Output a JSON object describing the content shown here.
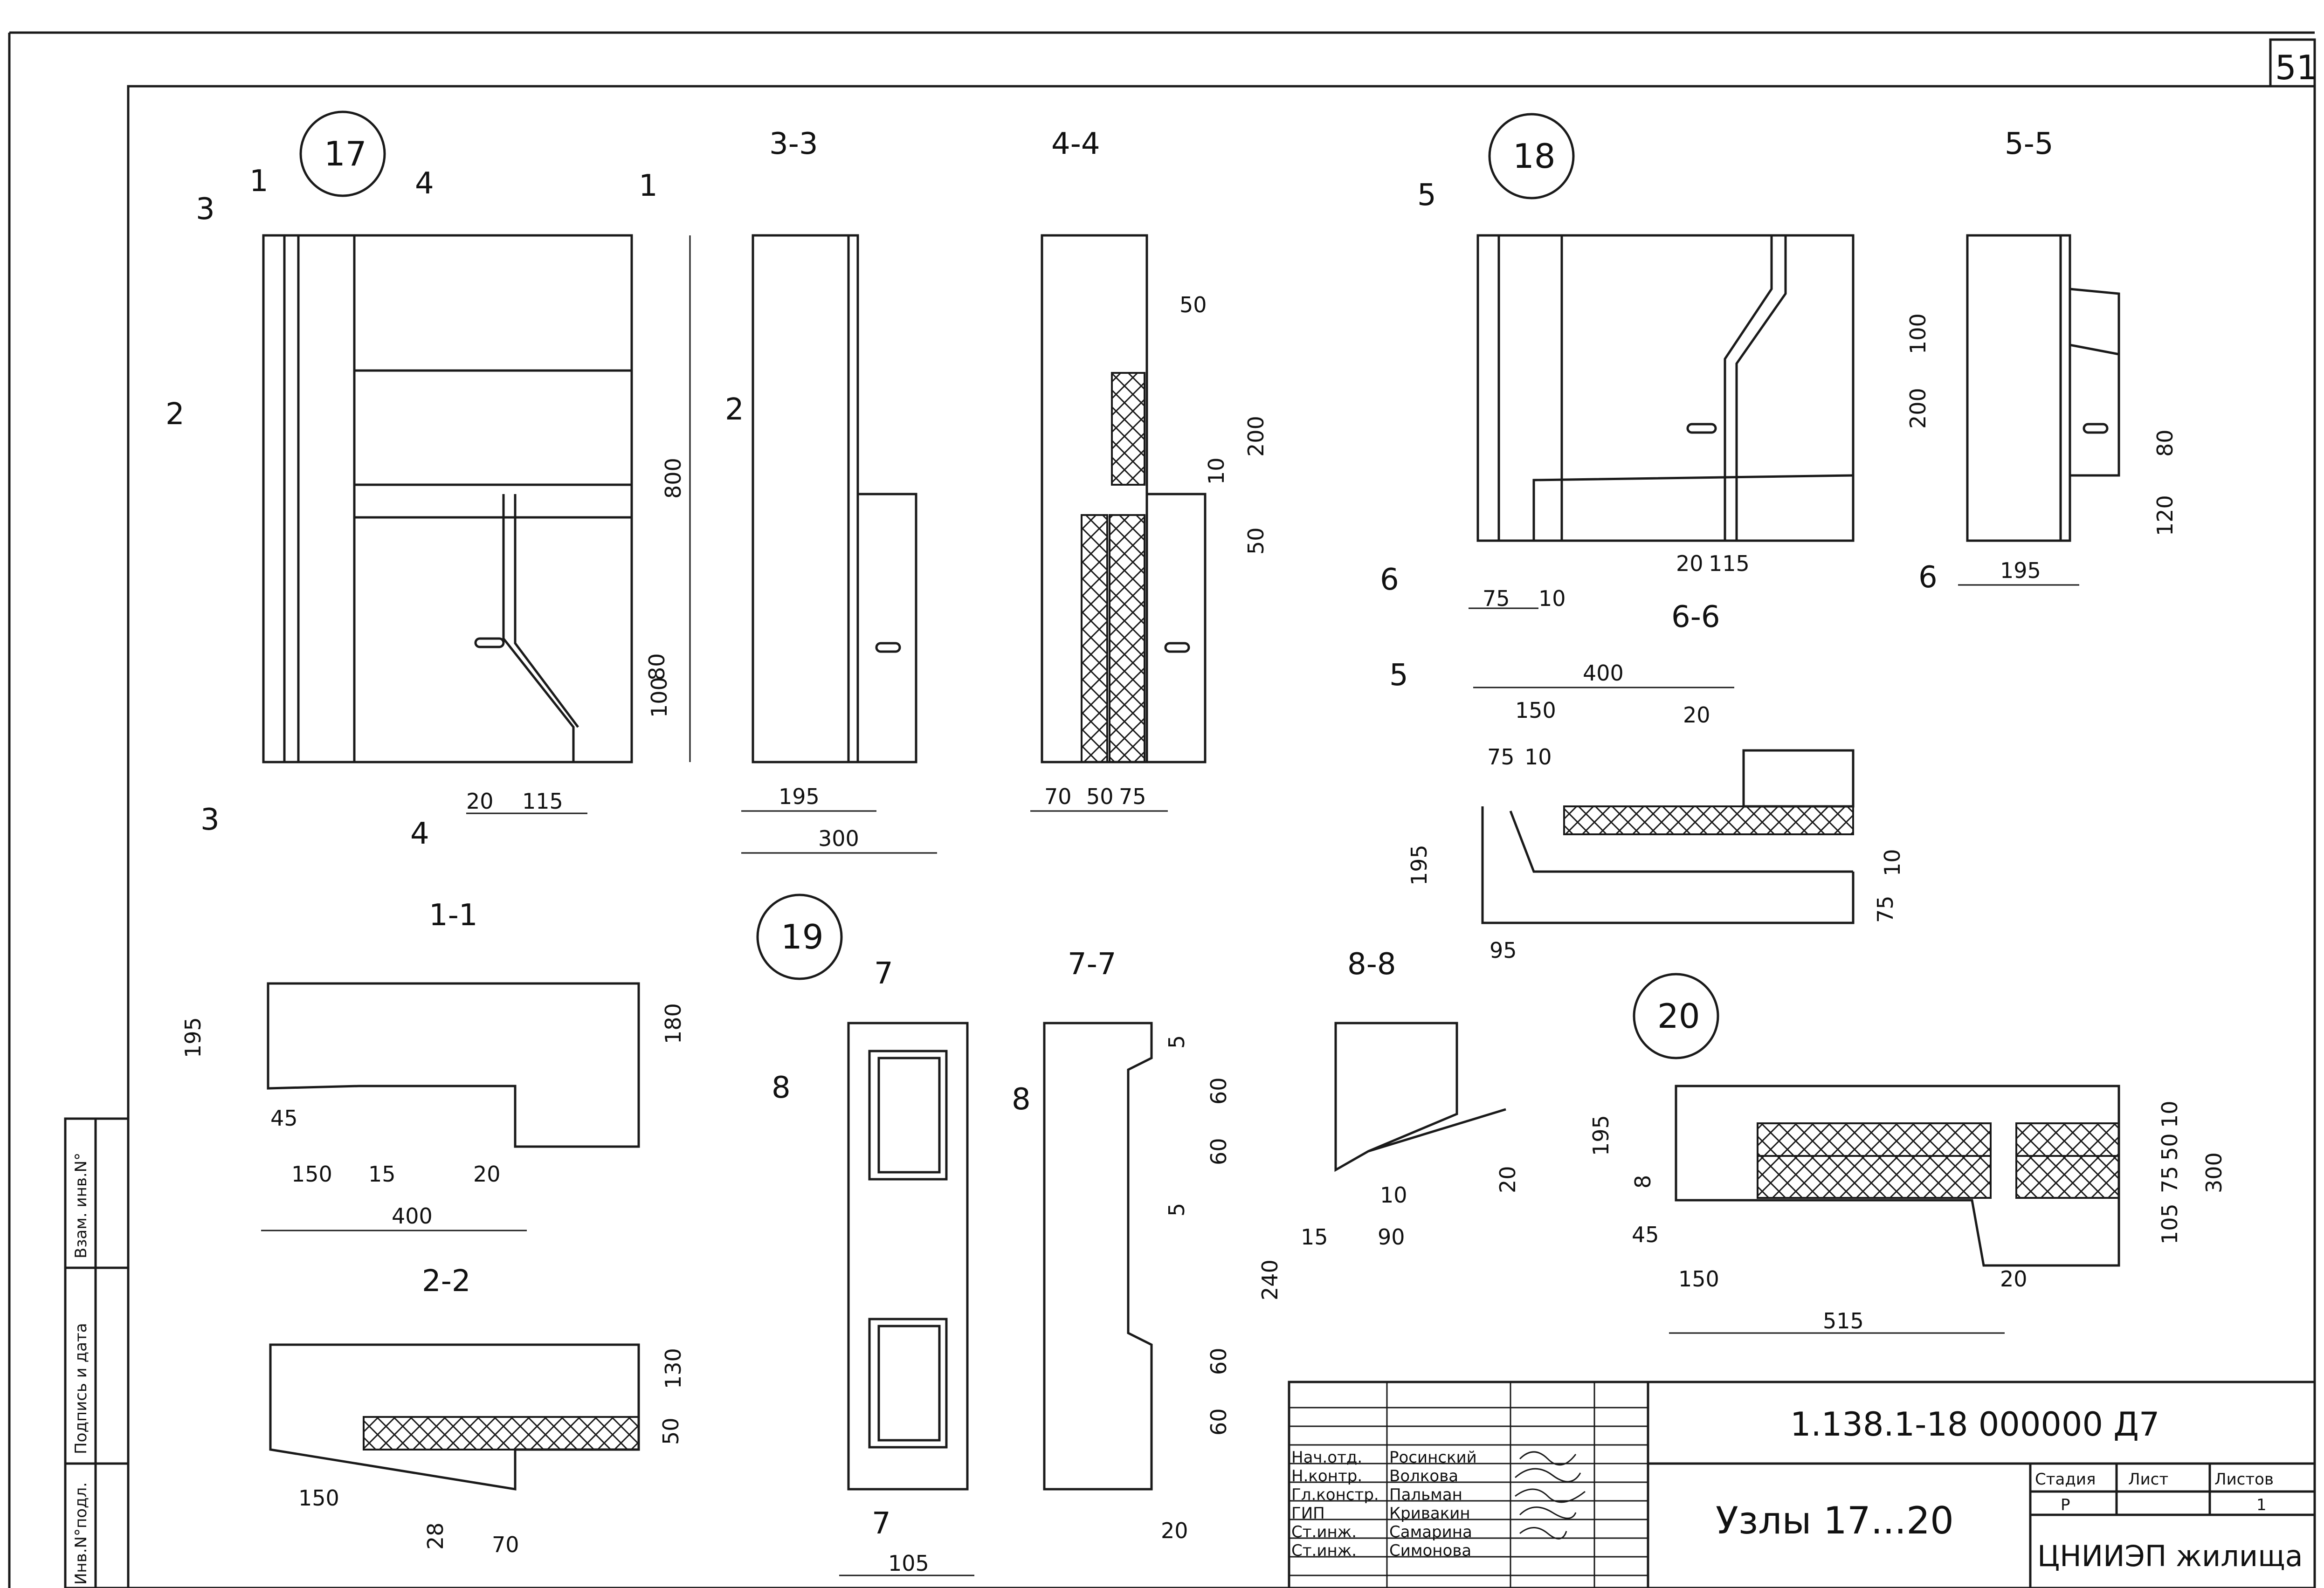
{
  "sheet": {
    "page_number": "51"
  },
  "stamp_side_column": [
    "Инв.N°подл.",
    "Подпись и дата",
    "Взам. инв.N°"
  ],
  "nodes": [
    {
      "id": "17",
      "sections": [
        "1-1",
        "2-2",
        "3-3",
        "4-4"
      ]
    },
    {
      "id": "18",
      "sections": [
        "5-5",
        "6-6"
      ]
    },
    {
      "id": "19",
      "sections": [
        "7-7",
        "8-8"
      ]
    },
    {
      "id": "20",
      "sections": []
    }
  ],
  "labels": {
    "n17": "17",
    "n18": "18",
    "n19": "19",
    "n20": "20",
    "s33": "3-3",
    "s44": "4-4",
    "s55": "5-5",
    "s66": "6-6",
    "s11": "1-1",
    "s22": "2-2",
    "s77": "7-7",
    "s88": "8-8",
    "cut1": "1",
    "cut2": "2",
    "cut3": "3",
    "cut4": "4",
    "cut5": "5",
    "cut6": "6",
    "cut7": "7",
    "cut8": "8"
  },
  "dims": {
    "d800": "800",
    "d80a": "80",
    "d100a": "100",
    "d20a": "20",
    "d115a": "115",
    "d195a": "195",
    "d300a": "300",
    "d50a": "50",
    "d200a": "200",
    "d10a": "10",
    "d50b": "50",
    "d70": "70",
    "d50c": "50",
    "d75a": "75",
    "d100b": "100",
    "d200b": "200",
    "d20b": "20",
    "d115b": "115",
    "d75b": "75",
    "d10b": "10",
    "d80b": "80",
    "d120": "120",
    "d195b": "195",
    "d400a": "400",
    "d150a": "150",
    "d20c": "20",
    "d75c": "75",
    "d10c": "10",
    "d195c": "195",
    "d95": "95",
    "d10d": "10",
    "d75d": "75",
    "d195d": "195",
    "d180": "180",
    "d45a": "45",
    "d150b": "150",
    "d15a": "15",
    "d20d": "20",
    "d400b": "400",
    "d130": "130",
    "d50d": "50",
    "d150c": "150",
    "d28": "28",
    "d70b": "70",
    "d5a": "5",
    "d60a": "60",
    "d60b": "60",
    "d5b": "5",
    "d240": "240",
    "d60c": "60",
    "d60d": "60",
    "d20e": "20",
    "d105": "105",
    "d10e": "10",
    "d90": "90",
    "d15b": "15",
    "d20f": "20",
    "d195e": "195",
    "d8": "8",
    "d45b": "45",
    "d150d": "150",
    "d515": "515",
    "d20g": "20",
    "d10f": "10",
    "d50e": "50",
    "d75e": "75",
    "d105b": "105",
    "d300b": "300"
  },
  "title_block": {
    "doc_code": "1.138.1-18 000000 Д7",
    "title": "Узлы 17...20",
    "roles": [
      {
        "role": "Нач.отд.",
        "name": "Росинский"
      },
      {
        "role": "Н.контр.",
        "name": "Волкова"
      },
      {
        "role": "Гл.констр.",
        "name": "Пальман"
      },
      {
        "role": "ГИП",
        "name": "Кривакин"
      },
      {
        "role": "Ст.инж.",
        "name": "Самарина"
      },
      {
        "role": "Ст.инж.",
        "name": "Симонова"
      }
    ],
    "stage_header": "Стадия",
    "sheet_header": "Лист",
    "sheets_header": "Листов",
    "stage": "Р",
    "sheet": "",
    "sheets": "1",
    "org": "ЦНИИЭП жилища"
  }
}
